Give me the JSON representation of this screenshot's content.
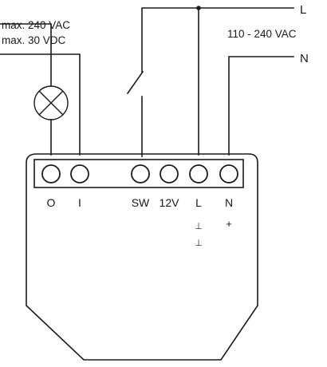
{
  "rating": {
    "line1": "max. 240 VAC",
    "line2": "max. 30 VDC"
  },
  "supply": {
    "voltage": "110 - 240 VAC",
    "line_label": "L",
    "neutral_label": "N"
  },
  "terminals": [
    {
      "label": "O"
    },
    {
      "label": "I"
    },
    {
      "label": "SW"
    },
    {
      "label": "12V"
    },
    {
      "label": "L"
    },
    {
      "label": "N"
    }
  ],
  "dc_markings": {
    "l_symbol": "⊥",
    "l_symbol_2": "⊥",
    "n_symbol": "+"
  },
  "icons": {
    "lamp": "lamp-icon",
    "switch": "switch-icon",
    "junction": "junction-dot-icon"
  },
  "colors": {
    "line": "#1a1a1a",
    "background": "#ffffff"
  }
}
